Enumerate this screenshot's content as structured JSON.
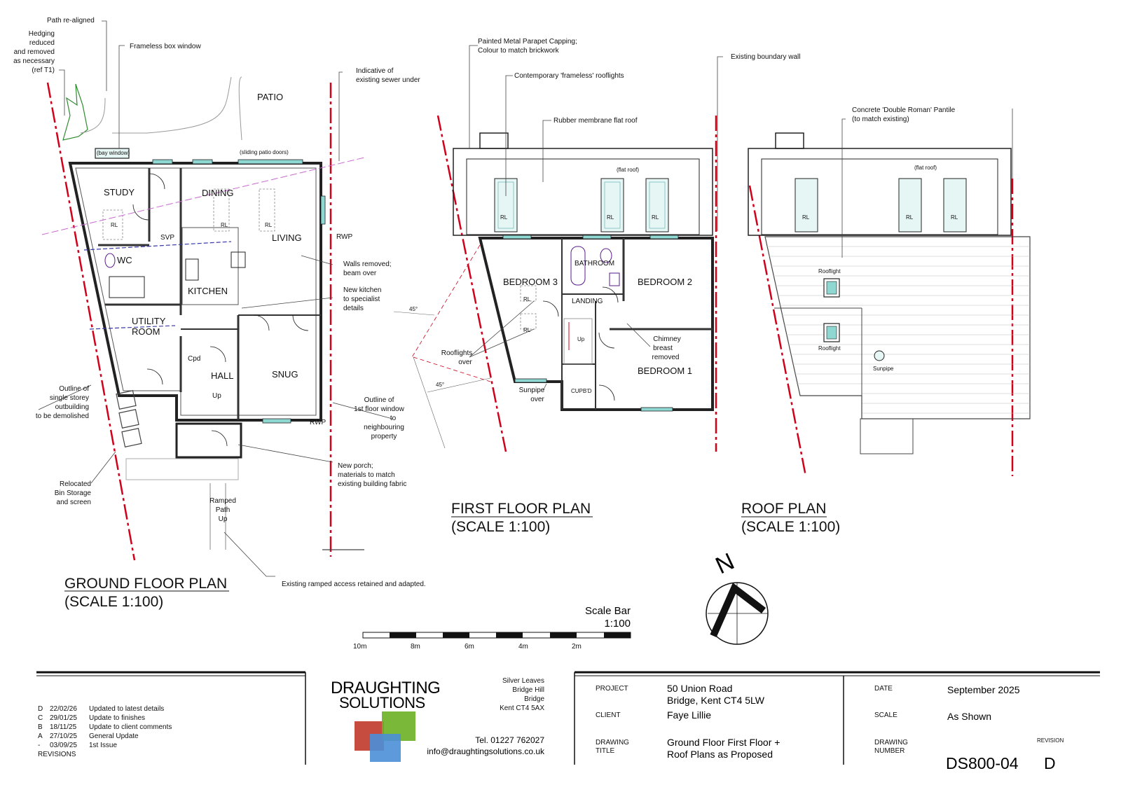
{
  "ground_floor": {
    "title": "GROUND FLOOR PLAN",
    "scale": "(SCALE 1:100)",
    "rooms": [
      "STUDY",
      "DINING",
      "LIVING",
      "WC",
      "KITCHEN",
      "UTILITY",
      "ROOM",
      "HALL",
      "SNUG",
      "PATIO",
      "Cpd",
      "Up"
    ],
    "labels": [
      "RL",
      "SVP",
      "RWP",
      "(bay window)",
      "(sliding patio doors)"
    ],
    "annotations": [
      "Path re-aligned",
      "Hedging",
      "reduced",
      "and removed",
      "as necessary",
      "(ref T1)",
      "Frameless box window",
      "Indicative of",
      "existing sewer under",
      "Walls removed;",
      "beam over",
      "New kitchen",
      "to specialist",
      "details",
      "Outline of",
      "single storey",
      "outbuilding",
      "to be demolished",
      "Relocated",
      "Bin Storage",
      "and screen",
      "Outline of",
      "1st floor window",
      "to",
      "neighbouring",
      "property",
      "New porch;",
      "materials to match",
      "existing building fabric",
      "Ramped",
      "Path",
      "Up",
      "Existing ramped access retained and adapted."
    ]
  },
  "first_floor": {
    "title": "FIRST FLOOR PLAN",
    "scale": "(SCALE 1:100)",
    "rooms": [
      "BEDROOM 3",
      "BATHROOM",
      "BEDROOM 2",
      "LANDING",
      "BEDROOM 1",
      "CUPB'D",
      "Up"
    ],
    "labels": [
      "(flat roof)",
      "RL",
      "45°"
    ],
    "annotations": [
      "Painted Metal Parapet Capping;",
      "Colour to match brickwork",
      "Contemporary 'frameless' rooflights",
      "Rubber membrane flat roof",
      "Rooflights",
      "over",
      "Sunpipe",
      "over",
      "Chimney",
      "breast",
      "removed"
    ]
  },
  "roof": {
    "title": "ROOF PLAN",
    "scale": "(SCALE 1:100)",
    "labels": [
      "(flat roof)",
      "RL",
      "Rooflight",
      "Sunpipe"
    ],
    "annotations": [
      "Existing boundary wall",
      "Concrete 'Double Roman' Pantile",
      "(to match existing)"
    ]
  },
  "scale_bar": {
    "title": "Scale Bar",
    "ratio": "1:100",
    "ticks": [
      "10m",
      "8m",
      "6m",
      "4m",
      "2m"
    ]
  },
  "north_arrow": {
    "letter": "N"
  },
  "revisions": {
    "heading": "REVISIONS",
    "rows": [
      {
        "rev": "D",
        "date": "22/02/26",
        "desc": "Updated to latest details"
      },
      {
        "rev": "C",
        "date": "29/01/25",
        "desc": "Update to finishes"
      },
      {
        "rev": "B",
        "date": "18/11/25",
        "desc": "Update to client comments"
      },
      {
        "rev": "A",
        "date": "27/10/25",
        "desc": "General Update"
      },
      {
        "rev": "-",
        "date": "03/09/25",
        "desc": "1st Issue"
      }
    ]
  },
  "company": {
    "name_line1": "DRAUGHTING",
    "name_line2": "SOLUTIONS",
    "address": [
      "Silver Leaves",
      "Bridge Hill",
      "Bridge",
      "Kent CT4 5AX"
    ],
    "tel": "Tel. 01227 762027",
    "email": "info@draughtingsolutions.co.uk",
    "logo_colors": [
      "#c0392b",
      "#6ab023",
      "#4a8fd8"
    ]
  },
  "title_block": {
    "project_label": "PROJECT",
    "project_line1": "50 Union Road",
    "project_line2": "Bridge, Kent CT4 5LW",
    "client_label": "CLIENT",
    "client": "Faye Lillie",
    "drawing_title_label1": "DRAWING",
    "drawing_title_label2": "TITLE",
    "drawing_title_line1": "Ground Floor First Floor +",
    "drawing_title_line2": "Roof Plans as Proposed",
    "date_label": "DATE",
    "date": "September 2025",
    "scale_label": "SCALE",
    "scale": "As Shown",
    "number_label1": "DRAWING",
    "number_label2": "NUMBER",
    "number": "DS800-04",
    "revision_label": "REVISION",
    "revision": "D"
  },
  "colors": {
    "boundary": "#d0021b",
    "line": "#111111",
    "glazing": "#8fd8d2",
    "dashed": "#3a3aa8"
  }
}
